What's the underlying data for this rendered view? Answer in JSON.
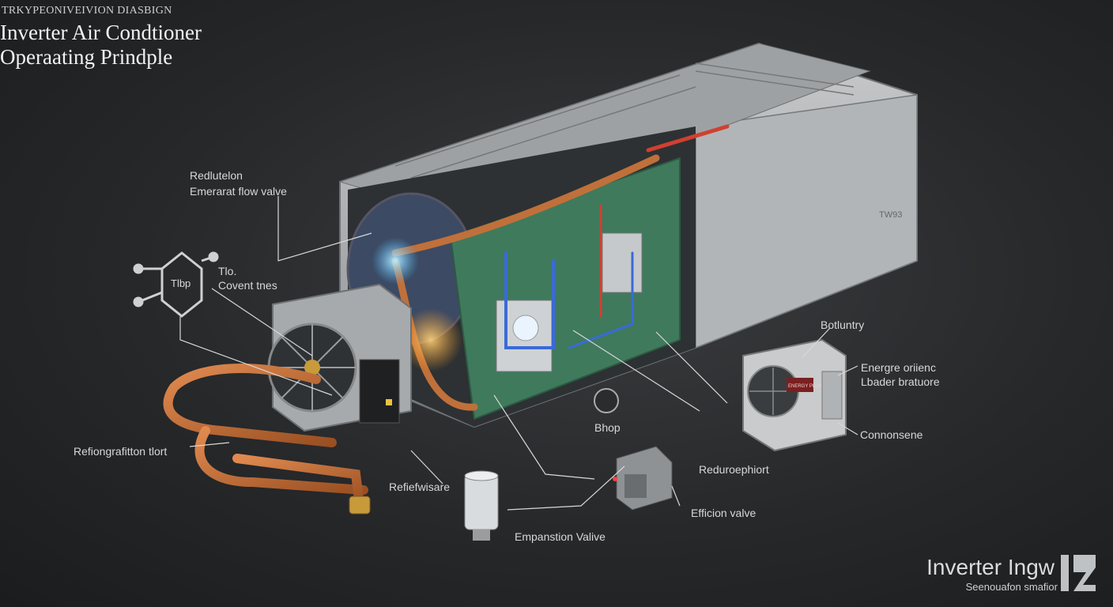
{
  "header": {
    "kicker": "TRKYPEONIVEIVION DIASBIGN",
    "title_line1": "Inverter Air Condtioner",
    "title_line2": "Operaating Prindple"
  },
  "labels": {
    "relief_line1": "Redlutelon",
    "relief_line2": "Emerarat flow valve",
    "tip_line1": "Tlo.",
    "tip_line2": "Covent tnes",
    "hex_text": "Tlbp",
    "boundry": "Botluntry",
    "energy_line1": "Energre oriienc",
    "energy_line2": "Lbader bratuore",
    "condenser": "Connonsene",
    "bhop": "Bhop",
    "refrig": "Refiongrafitton tlort",
    "refiewaste": "Refiefwisare",
    "reduce": "Reduroephiort",
    "efficion": "Efficion valve",
    "expansion": "Empanstion Valive",
    "unit_tag": "TW93",
    "outdoor_tag": "ENERGY PLUS"
  },
  "brand": {
    "name": "Inverter Ingw",
    "subtitle": "Seenouafon smafior"
  },
  "colors": {
    "background": "#26282a",
    "copper": "#c0703a",
    "casing": "#b9bcbf",
    "circuit_board": "#3f7a5c",
    "glow_blue": "#7fd4ff",
    "glow_orange": "#ffb43c",
    "pipe_red": "#d04030",
    "pipe_blue": "#3a6ad8"
  },
  "icons": [
    "fan-icon",
    "hexagon-network-icon",
    "brand-logo-icon",
    "compressor-icon",
    "valve-icon"
  ]
}
